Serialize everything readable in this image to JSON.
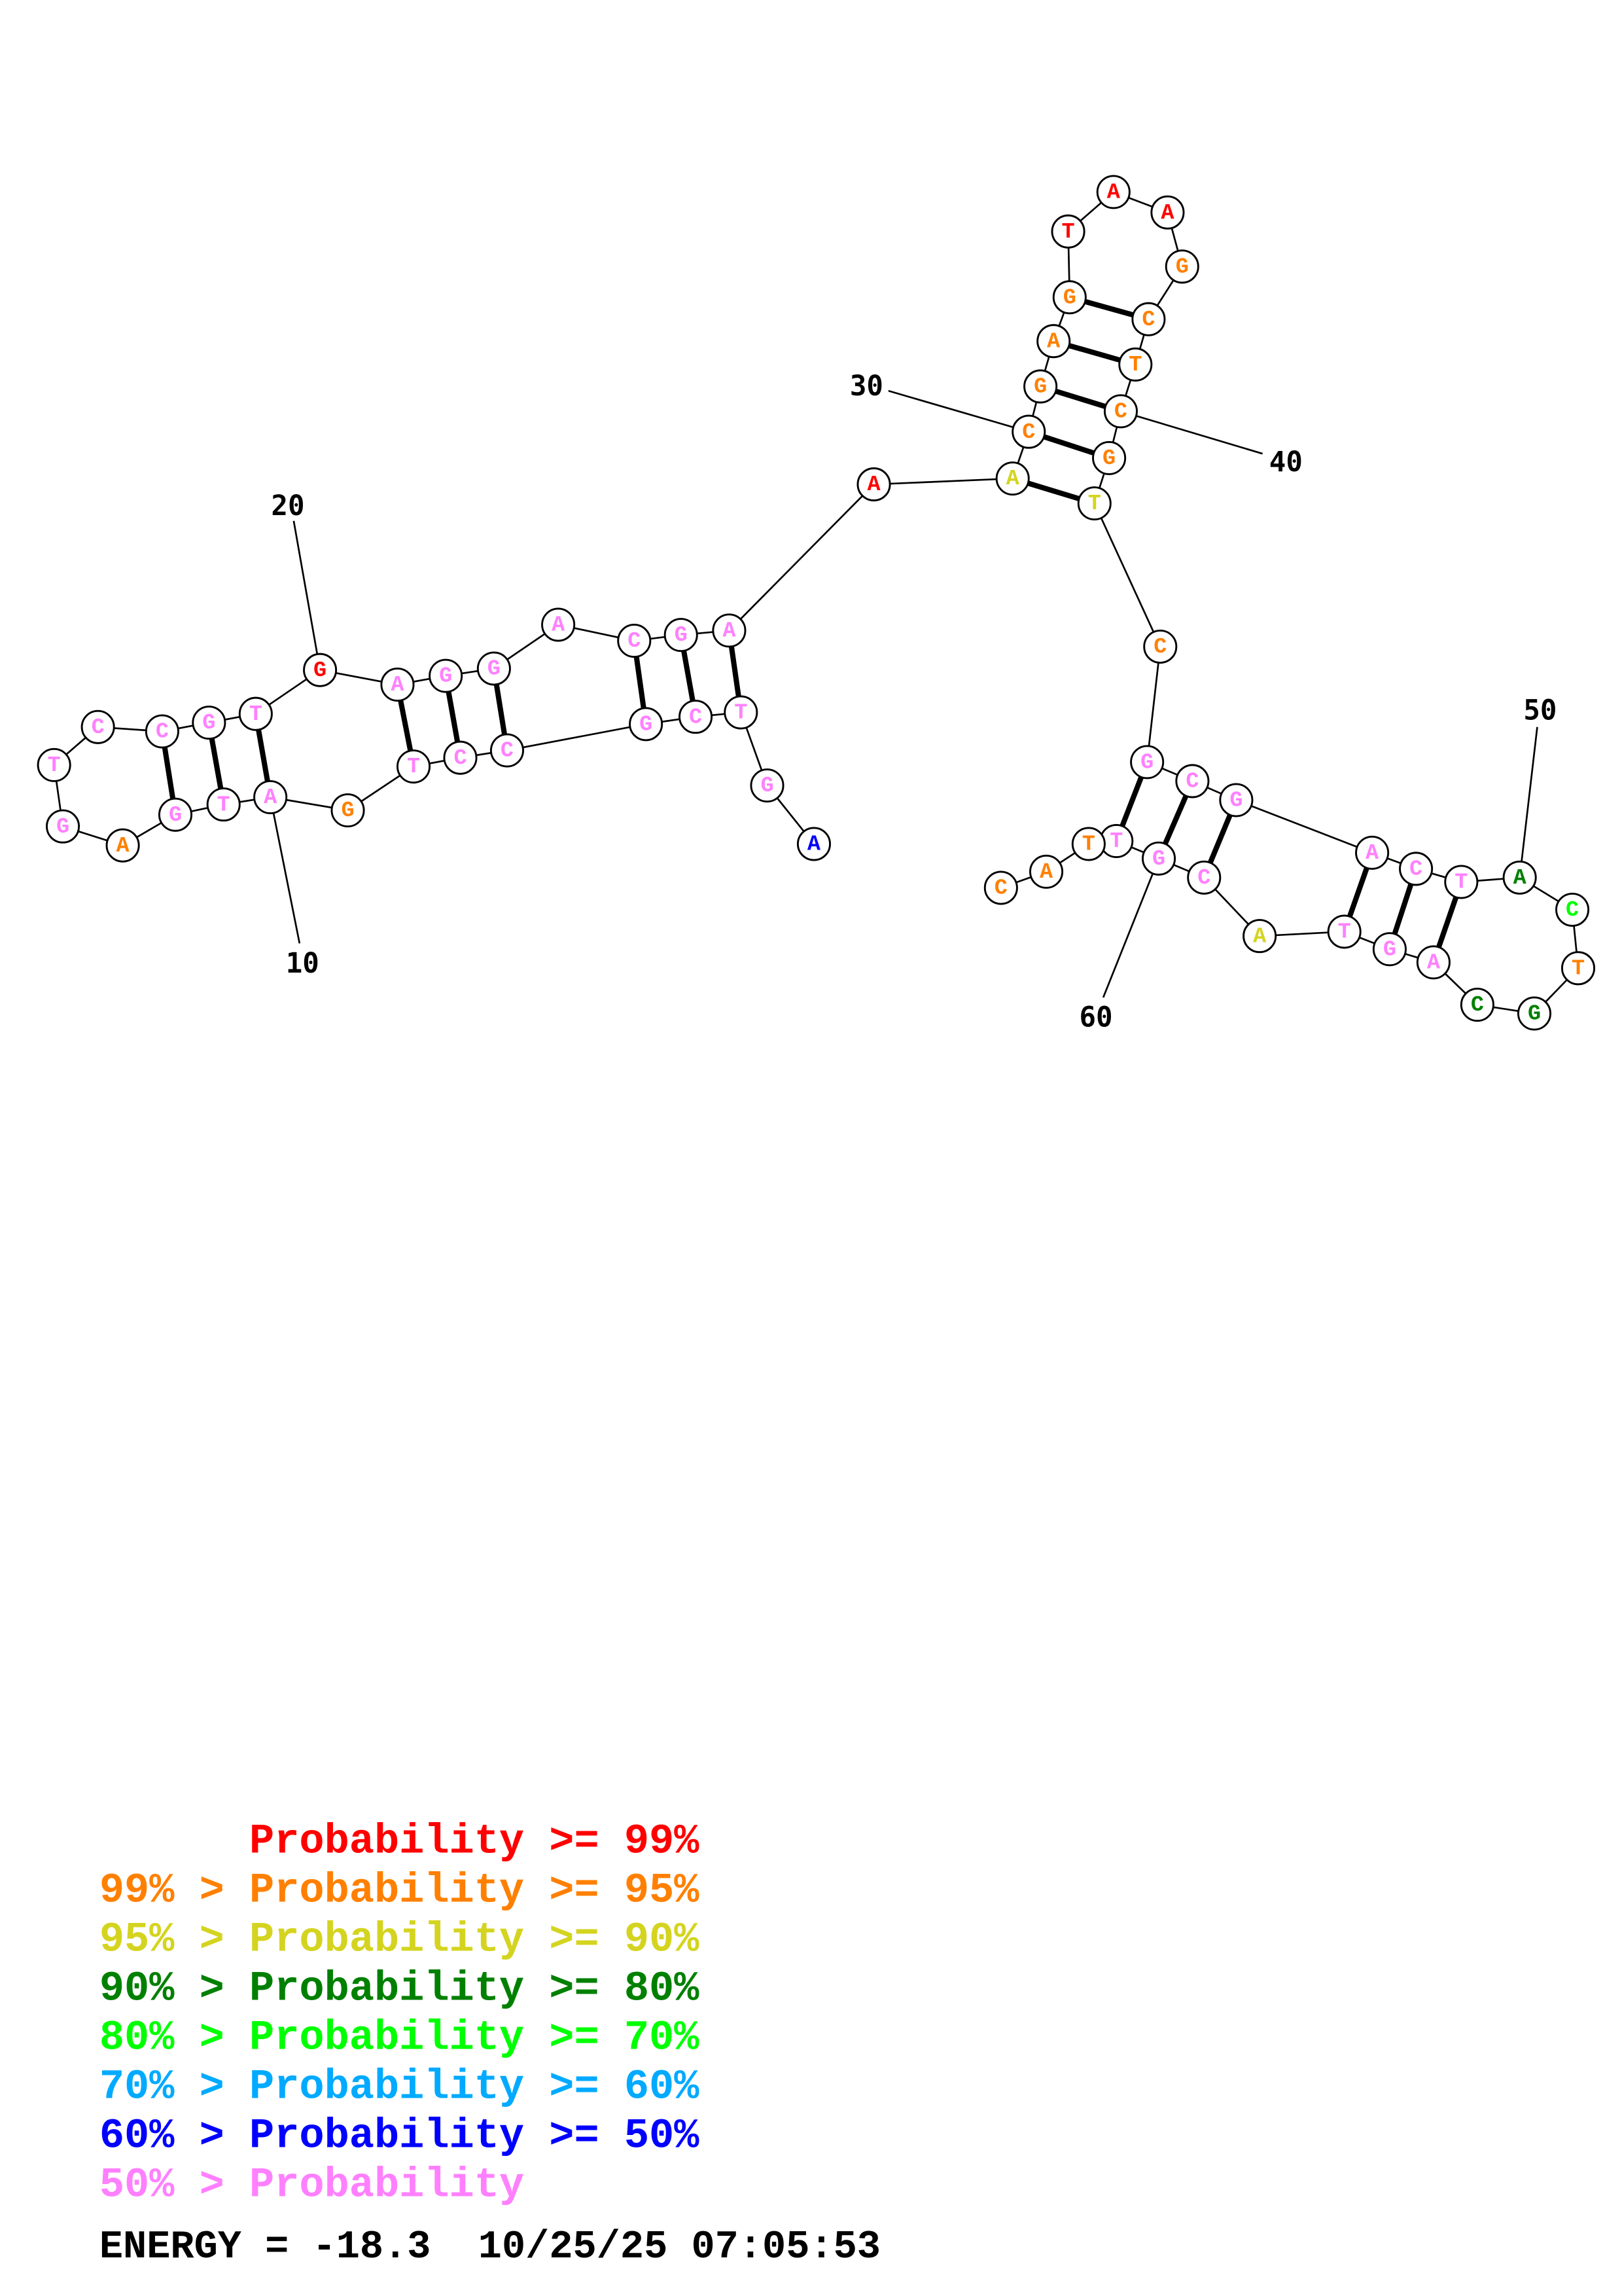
{
  "levels": [
    {
      "name": "p99",
      "color": "#ff0000",
      "label": "      Probability >= 99%"
    },
    {
      "name": "p95",
      "color": "#ff8000",
      "label": "99% > Probability >= 95%"
    },
    {
      "name": "p90",
      "color": "#d4d420",
      "label": "95% > Probability >= 90%"
    },
    {
      "name": "p80",
      "color": "#008000",
      "label": "90% > Probability >= 80%"
    },
    {
      "name": "p70",
      "color": "#00ff00",
      "label": "80% > Probability >= 70%"
    },
    {
      "name": "p60",
      "color": "#00aaff",
      "label": "70% > Probability >= 60%"
    },
    {
      "name": "p50",
      "color": "#0000ff",
      "label": "60% > Probability >= 50%"
    },
    {
      "name": "lt50",
      "color": "#ff80ff",
      "label": "50% > Probability"
    }
  ],
  "sequence": [
    {
      "n": 1,
      "base": "A",
      "level": 6
    },
    {
      "n": 2,
      "base": "G",
      "level": 7
    },
    {
      "n": 3,
      "base": "T",
      "level": 7
    },
    {
      "n": 4,
      "base": "C",
      "level": 7
    },
    {
      "n": 5,
      "base": "G",
      "level": 7
    },
    {
      "n": 6,
      "base": "C",
      "level": 7
    },
    {
      "n": 7,
      "base": "C",
      "level": 7
    },
    {
      "n": 8,
      "base": "T",
      "level": 7
    },
    {
      "n": 9,
      "base": "G",
      "level": 1
    },
    {
      "n": 10,
      "base": "A",
      "level": 7
    },
    {
      "n": 11,
      "base": "T",
      "level": 7
    },
    {
      "n": 12,
      "base": "G",
      "level": 7
    },
    {
      "n": 13,
      "base": "A",
      "level": 1
    },
    {
      "n": 14,
      "base": "G",
      "level": 7
    },
    {
      "n": 15,
      "base": "T",
      "level": 7
    },
    {
      "n": 16,
      "base": "C",
      "level": 7
    },
    {
      "n": 17,
      "base": "C",
      "level": 7
    },
    {
      "n": 18,
      "base": "G",
      "level": 7
    },
    {
      "n": 19,
      "base": "T",
      "level": 7
    },
    {
      "n": 20,
      "base": "G",
      "level": 0
    },
    {
      "n": 21,
      "base": "A",
      "level": 7
    },
    {
      "n": 22,
      "base": "G",
      "level": 7
    },
    {
      "n": 23,
      "base": "G",
      "level": 7
    },
    {
      "n": 24,
      "base": "A",
      "level": 7
    },
    {
      "n": 25,
      "base": "C",
      "level": 7
    },
    {
      "n": 26,
      "base": "G",
      "level": 7
    },
    {
      "n": 27,
      "base": "A",
      "level": 7
    },
    {
      "n": 28,
      "base": "A",
      "level": 0
    },
    {
      "n": 29,
      "base": "A",
      "level": 2
    },
    {
      "n": 30,
      "base": "C",
      "level": 1
    },
    {
      "n": 31,
      "base": "G",
      "level": 1
    },
    {
      "n": 32,
      "base": "A",
      "level": 1
    },
    {
      "n": 33,
      "base": "G",
      "level": 1
    },
    {
      "n": 34,
      "base": "T",
      "level": 0
    },
    {
      "n": 35,
      "base": "A",
      "level": 0
    },
    {
      "n": 36,
      "base": "A",
      "level": 0
    },
    {
      "n": 37,
      "base": "G",
      "level": 1
    },
    {
      "n": 38,
      "base": "C",
      "level": 1
    },
    {
      "n": 39,
      "base": "T",
      "level": 1
    },
    {
      "n": 40,
      "base": "C",
      "level": 1
    },
    {
      "n": 41,
      "base": "G",
      "level": 1
    },
    {
      "n": 42,
      "base": "T",
      "level": 2
    },
    {
      "n": 43,
      "base": "C",
      "level": 1
    },
    {
      "n": 44,
      "base": "G",
      "level": 7
    },
    {
      "n": 45,
      "base": "C",
      "level": 7
    },
    {
      "n": 46,
      "base": "G",
      "level": 7
    },
    {
      "n": 47,
      "base": "A",
      "level": 7
    },
    {
      "n": 48,
      "base": "C",
      "level": 7
    },
    {
      "n": 49,
      "base": "T",
      "level": 7
    },
    {
      "n": 50,
      "base": "A",
      "level": 3
    },
    {
      "n": 51,
      "base": "C",
      "level": 4
    },
    {
      "n": 52,
      "base": "T",
      "level": 1
    },
    {
      "n": 53,
      "base": "G",
      "level": 3
    },
    {
      "n": 54,
      "base": "C",
      "level": 3
    },
    {
      "n": 55,
      "base": "A",
      "level": 7
    },
    {
      "n": 56,
      "base": "G",
      "level": 7
    },
    {
      "n": 57,
      "base": "T",
      "level": 7
    },
    {
      "n": 58,
      "base": "A",
      "level": 2
    },
    {
      "n": 59,
      "base": "C",
      "level": 7
    },
    {
      "n": 60,
      "base": "G",
      "level": 7
    },
    {
      "n": 61,
      "base": "T",
      "level": 7
    },
    {
      "n": 62,
      "base": "T",
      "level": 1
    },
    {
      "n": 63,
      "base": "A",
      "level": 1
    },
    {
      "n": 64,
      "base": "C",
      "level": 1
    }
  ],
  "pairs": [
    [
      3,
      27
    ],
    [
      4,
      26
    ],
    [
      5,
      25
    ],
    [
      6,
      23
    ],
    [
      7,
      22
    ],
    [
      8,
      21
    ],
    [
      10,
      19
    ],
    [
      11,
      18
    ],
    [
      12,
      17
    ],
    [
      29,
      42
    ],
    [
      30,
      41
    ],
    [
      31,
      40
    ],
    [
      32,
      39
    ],
    [
      33,
      38
    ],
    [
      44,
      61
    ],
    [
      45,
      60
    ],
    [
      46,
      59
    ],
    [
      47,
      57
    ],
    [
      48,
      56
    ],
    [
      49,
      55
    ]
  ],
  "number_labels": [
    {
      "n": 10,
      "text": "10"
    },
    {
      "n": 20,
      "text": "20"
    },
    {
      "n": 30,
      "text": "30"
    },
    {
      "n": 40,
      "text": "40"
    },
    {
      "n": 50,
      "text": "50"
    },
    {
      "n": 60,
      "text": "60"
    }
  ],
  "footer": {
    "energy_label": "ENERGY = -18.3  10/25/25 07:05:53"
  }
}
